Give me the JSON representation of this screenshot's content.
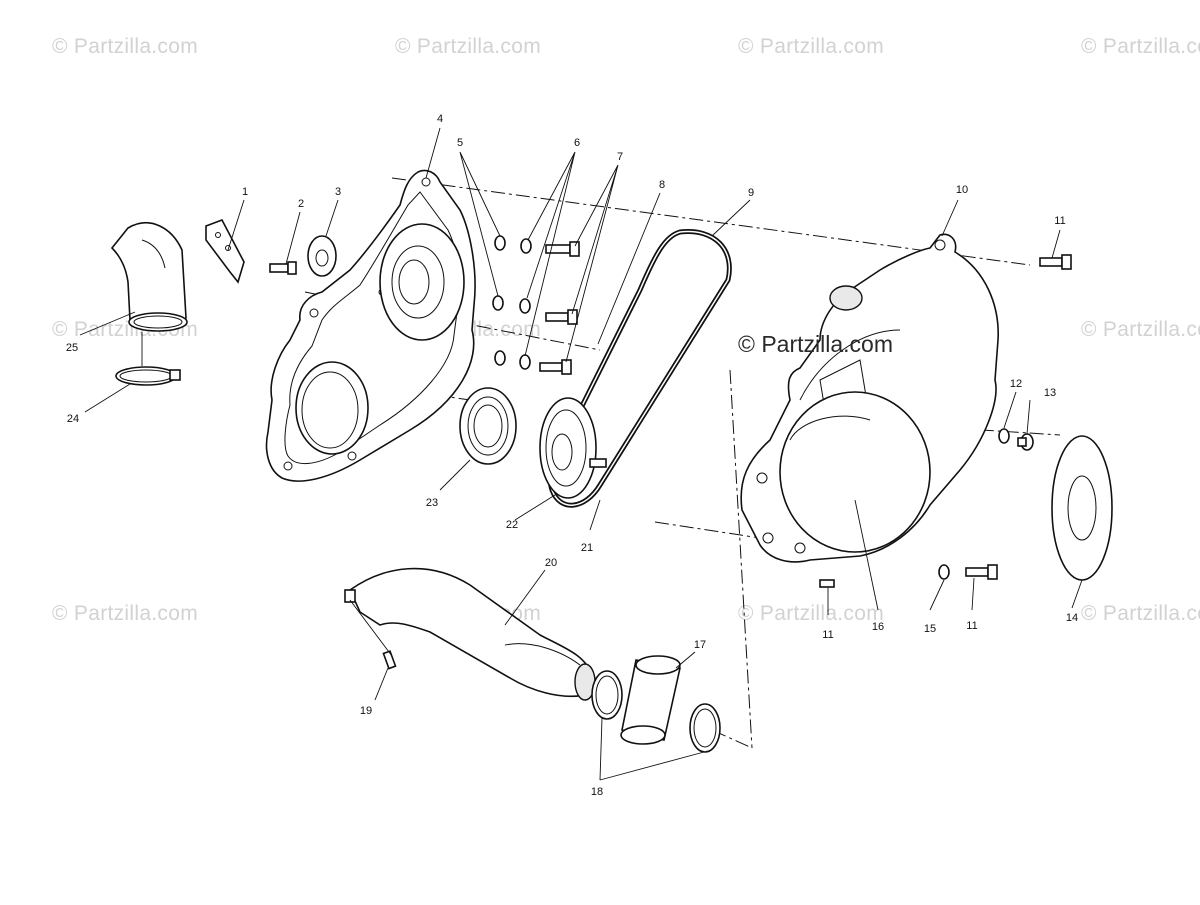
{
  "watermark": {
    "text": "© Partzilla.com",
    "center_text": "© Partzilla.com"
  },
  "parts": [
    {
      "id": "1",
      "label": "1"
    },
    {
      "id": "2",
      "label": "2"
    },
    {
      "id": "3",
      "label": "3"
    },
    {
      "id": "4",
      "label": "4"
    },
    {
      "id": "5",
      "label": "5"
    },
    {
      "id": "6",
      "label": "6"
    },
    {
      "id": "7",
      "label": "7"
    },
    {
      "id": "8",
      "label": "8"
    },
    {
      "id": "9",
      "label": "9"
    },
    {
      "id": "10",
      "label": "10"
    },
    {
      "id": "11a",
      "label": "11"
    },
    {
      "id": "11b",
      "label": "11"
    },
    {
      "id": "11c",
      "label": "11"
    },
    {
      "id": "12",
      "label": "12"
    },
    {
      "id": "13",
      "label": "13"
    },
    {
      "id": "14",
      "label": "14"
    },
    {
      "id": "15",
      "label": "15"
    },
    {
      "id": "16",
      "label": "16"
    },
    {
      "id": "17",
      "label": "17"
    },
    {
      "id": "18",
      "label": "18"
    },
    {
      "id": "19",
      "label": "19"
    },
    {
      "id": "20",
      "label": "20"
    },
    {
      "id": "21",
      "label": "21"
    },
    {
      "id": "22",
      "label": "22"
    },
    {
      "id": "23",
      "label": "23"
    },
    {
      "id": "24",
      "label": "24"
    },
    {
      "id": "25",
      "label": "25"
    }
  ]
}
